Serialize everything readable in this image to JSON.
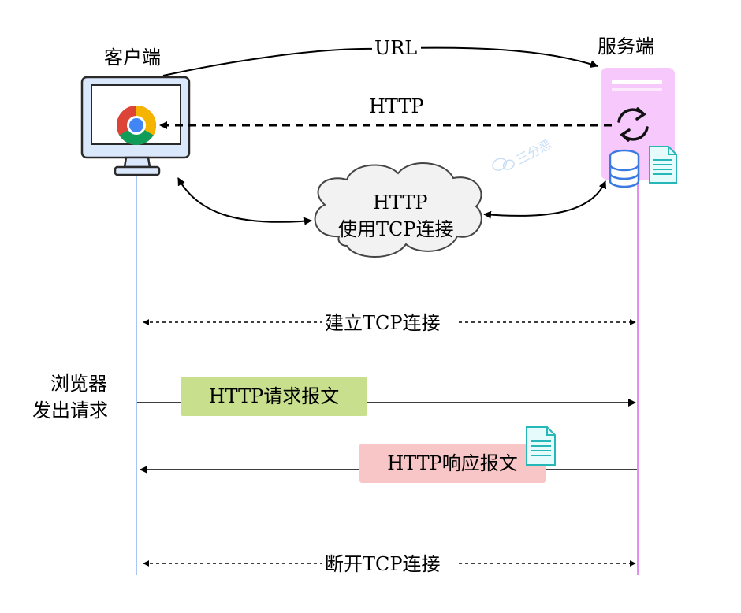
{
  "client": {
    "label": "客户端"
  },
  "server": {
    "label": "服务端"
  },
  "arrows": {
    "url_label": "URL",
    "http_label": "HTTP",
    "cloud_line1": "HTTP",
    "cloud_line2": "使用TCP连接"
  },
  "watermark": "三分恶",
  "sequence": {
    "connect_label": "建立TCP连接",
    "browser_line1": "浏览器",
    "browser_line2": "发出请求",
    "request_label": "HTTP请求报文",
    "response_label": "HTTP响应报文",
    "disconnect_label": "断开TCP连接"
  },
  "colors": {
    "client_lifeline": "#a9c4f5",
    "server_lifeline": "#e58ef0",
    "monitor_fill": "#dae8fc",
    "monitor_stroke": "#2a2a2a",
    "server_fill": "#f7c8fb",
    "request_chip": "#c8e08e",
    "response_chip": "#f8c6c6",
    "cloud_fill": "#f2f2f2"
  }
}
